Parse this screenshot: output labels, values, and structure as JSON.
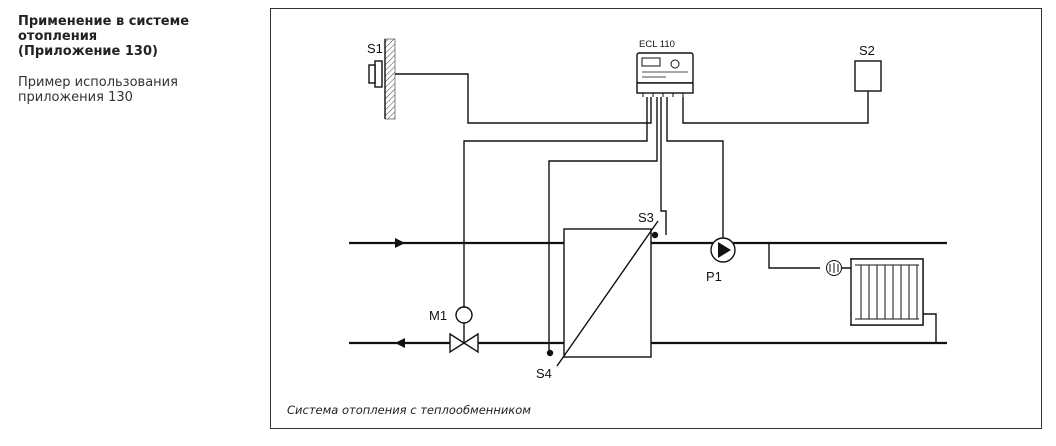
{
  "sidebar": {
    "title_lines": [
      "Применение в системе",
      "отопления",
      "(Приложение 130)"
    ],
    "text_lines": [
      "Пример использования",
      "приложения 130"
    ]
  },
  "diagram": {
    "controller_label": "ECL 110",
    "labels": {
      "s1": "S1",
      "s2": "S2",
      "s3": "S3",
      "s4": "S4",
      "p1": "P1",
      "m1": "M1"
    },
    "caption": "Система отопления с теплообменником"
  }
}
